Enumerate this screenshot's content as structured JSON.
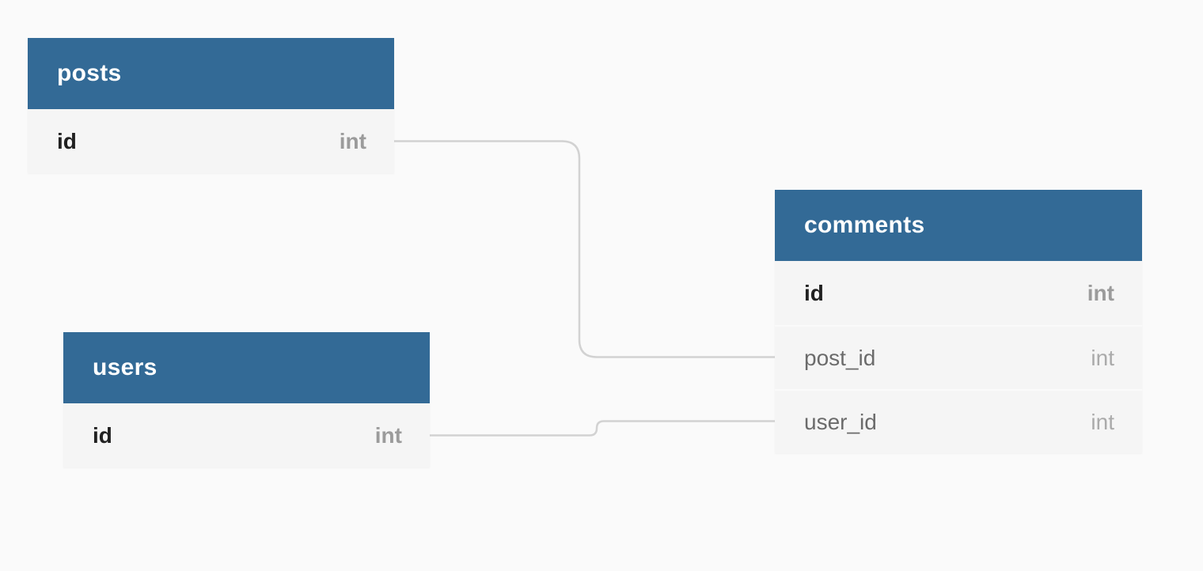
{
  "diagram": {
    "kind": "database-er-diagram",
    "colors": {
      "background": "#fafafa",
      "table_header": "#336a96",
      "table_header_text": "#ffffff",
      "row_background": "#f5f5f5",
      "pk_name_text": "#212121",
      "pk_type_text": "#9b9b9b",
      "column_name_text": "#6b6b6b",
      "column_type_text": "#aaaaaa",
      "relationship_line": "#d2d2d2"
    },
    "tables": [
      {
        "name": "posts",
        "columns": [
          {
            "name": "id",
            "type": "int",
            "primary_key": true
          }
        ]
      },
      {
        "name": "users",
        "columns": [
          {
            "name": "id",
            "type": "int",
            "primary_key": true
          }
        ]
      },
      {
        "name": "comments",
        "columns": [
          {
            "name": "id",
            "type": "int",
            "primary_key": true
          },
          {
            "name": "post_id",
            "type": "int",
            "primary_key": false
          },
          {
            "name": "user_id",
            "type": "int",
            "primary_key": false
          }
        ]
      }
    ],
    "relationships": [
      {
        "from": "posts.id",
        "to": "comments.post_id"
      },
      {
        "from": "users.id",
        "to": "comments.user_id"
      }
    ]
  }
}
